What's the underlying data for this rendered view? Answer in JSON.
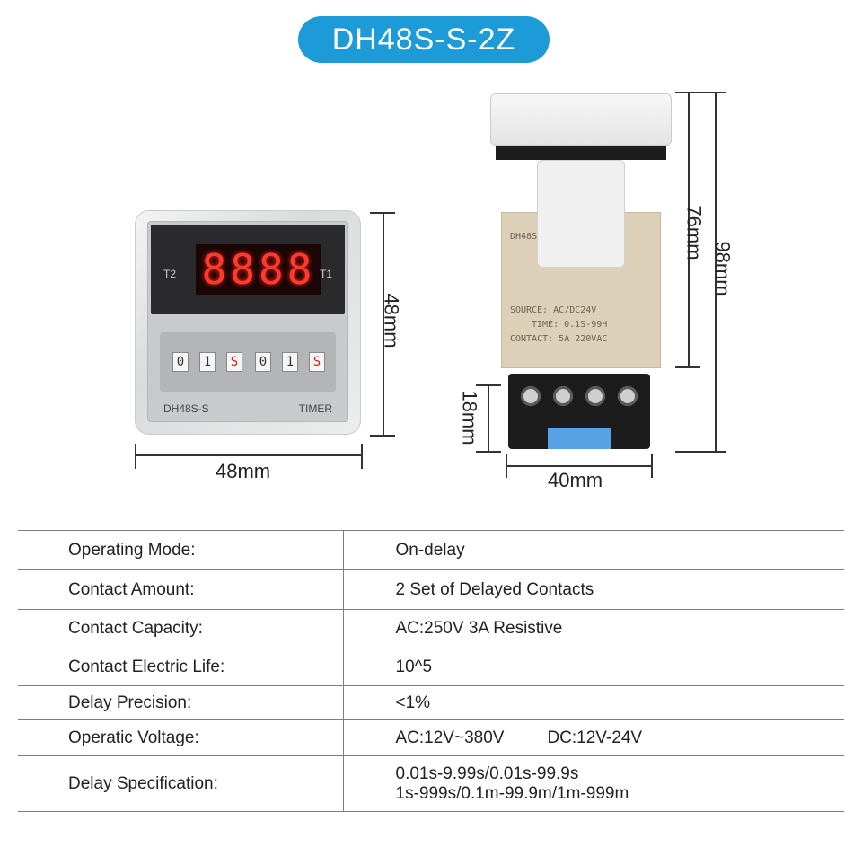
{
  "title": "DH48S-S-2Z",
  "dimensions": {
    "front_height": "48mm",
    "front_width": "48mm",
    "side_body_height": "76mm",
    "side_total_height": "98mm",
    "base_height": "18mm",
    "base_width": "40mm"
  },
  "device_front": {
    "display_digits": "8888",
    "left_label": "T2",
    "right_label": "T1",
    "switches": [
      "0",
      "1",
      "S",
      "0",
      "1",
      "S"
    ],
    "brand": "DH48S-S",
    "type": "TIMER"
  },
  "device_side": {
    "model_label": "DH48S-S-2Z",
    "source": "SOURCE: AC/DC24V",
    "time": "TIME: 0.1S-99H",
    "contact": "CONTACT: 5A 220VAC"
  },
  "spec_table": [
    {
      "key": "Operating Mode:",
      "value": "On-delay"
    },
    {
      "key": "Contact Amount:",
      "value": "2 Set of Delayed Contacts"
    },
    {
      "key": "Contact Capacity:",
      "value": "AC:250V 3A Resistive"
    },
    {
      "key": "Contact Electric Life:",
      "value": "10^5"
    },
    {
      "key": "Delay Precision:",
      "value": "<1%"
    },
    {
      "key": "Operatic Voltage:",
      "value": "AC:12V~380V",
      "value2": "DC:12V-24V"
    },
    {
      "key": "Delay Specification:",
      "value": "0.01s-9.99s/0.01s-99.9s",
      "value2": "1s-999s/0.1m-99.9m/1m-999m"
    }
  ],
  "colors": {
    "accent": "#1d9ad8",
    "display_red": "#ff3b2f",
    "base_blue": "#56a2e2"
  }
}
